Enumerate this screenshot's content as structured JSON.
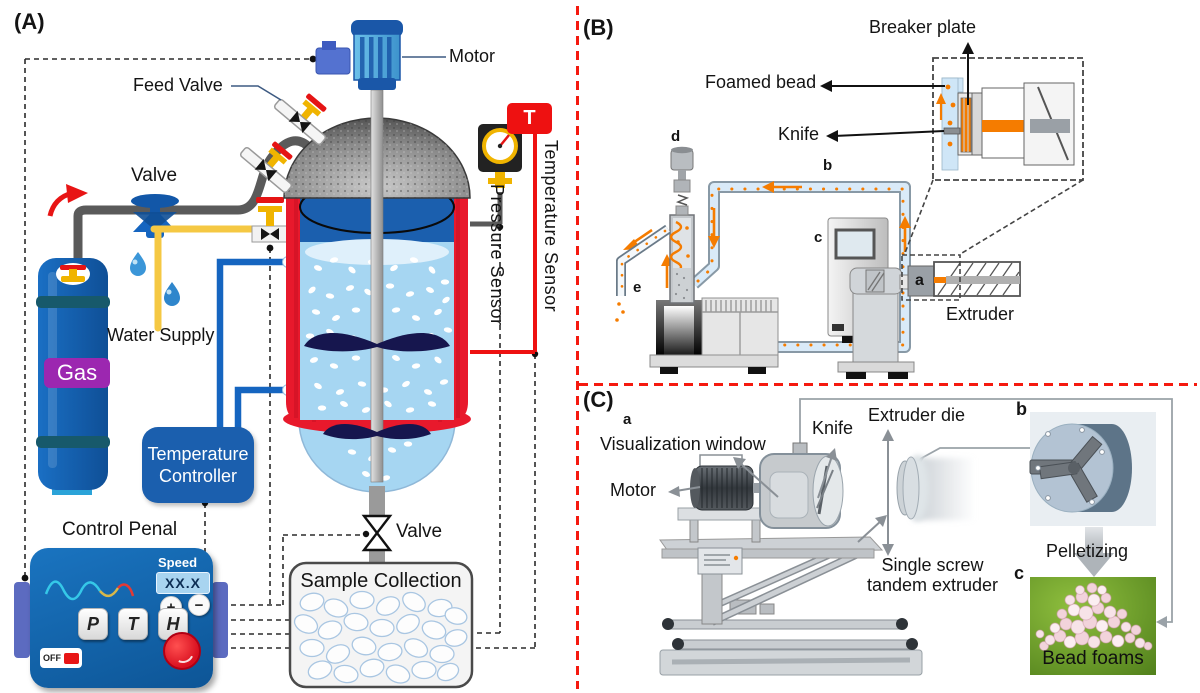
{
  "panel_a": {
    "tag": "(A)",
    "labels": {
      "motor": "Motor",
      "feed_valve": "Feed Valve",
      "valve": "Valve",
      "water_supply": "Water Supply",
      "gas": "Gas",
      "pressure_sensor": "Pressure Sensor",
      "temperature_sensor": "Temperature Sensor",
      "temperature_badge": "T",
      "temperature_controller": "Temperature Controller",
      "control_panel": "Control Penal",
      "bottom_valve": "Valve",
      "sample_collection": "Sample Collection"
    },
    "control_panel": {
      "speed_label": "Speed",
      "speed_value": "XX.X",
      "increase": "+",
      "decrease": "−",
      "buttons": [
        "P",
        "T",
        "H"
      ],
      "power": "OFF"
    }
  },
  "panel_b": {
    "tag": "(B)",
    "labels": {
      "breaker_plate": "Breaker plate",
      "foamed_bead": "Foamed bead",
      "knife": "Knife",
      "extruder": "Extruder"
    },
    "part_tags": {
      "a": "a",
      "b": "b",
      "c": "c",
      "d": "d",
      "e": "e"
    }
  },
  "panel_c": {
    "tag": "(C)",
    "labels": {
      "visualization_window": "Visualization window",
      "motor": "Motor",
      "knife": "Knife",
      "extruder_die": "Extruder die",
      "single_screw_line1": "Single screw",
      "single_screw_line2": "tandem extruder",
      "pelletizing": "Pelletizing",
      "bead_foams": "Bead foams"
    },
    "part_tags": {
      "a": "a",
      "b": "b",
      "c": "c"
    }
  },
  "colors": {
    "divider_red": "#f5190f",
    "flow_orange": "#f57c00",
    "jacket_red": "#e8192c",
    "machine_blue": "#1565c0",
    "headspace_blue": "#1b5fae",
    "liquid_blue": "#a6d6f2",
    "pipe_yellow": "#f5c843",
    "gas_label_purple": "#9c27b0",
    "foam_pink": "#f2d3db",
    "grass_green": "#6a9c2f"
  }
}
